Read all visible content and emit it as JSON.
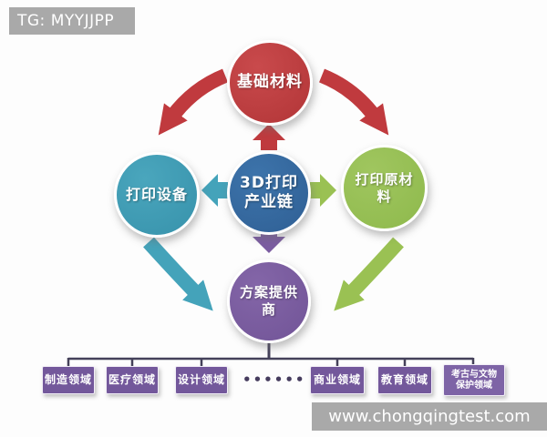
{
  "watermarks": {
    "top_left": "TG: MYYJJPP",
    "bottom_right": "www.chongqingtest.com"
  },
  "diagram": {
    "title_node": {
      "line1": "3D打印",
      "line2": "产业链"
    },
    "nodes": {
      "top": {
        "label": "基础材料"
      },
      "left": {
        "label": "打印设备"
      },
      "right": {
        "line1": "打印原材",
        "line2": "料"
      },
      "bottom": {
        "line1": "方案提供",
        "line2": "商"
      }
    },
    "application_fields": [
      {
        "label": "制造领域"
      },
      {
        "label": "医疗领域"
      },
      {
        "label": "设计领域"
      },
      {
        "label": "商业领域"
      },
      {
        "label": "教育领域"
      },
      {
        "line1": "考古与文物",
        "line2": "保护领域"
      }
    ],
    "ellipsis": "••••••",
    "colors": {
      "red": "#c03a3e",
      "teal": "#44a3ba",
      "blue": "#35689d",
      "green": "#9ac153",
      "purple": "#7b5ca1",
      "field_box": "#73589b",
      "connector": "#45415a",
      "watermark_bg": "#a9a9a9"
    }
  }
}
